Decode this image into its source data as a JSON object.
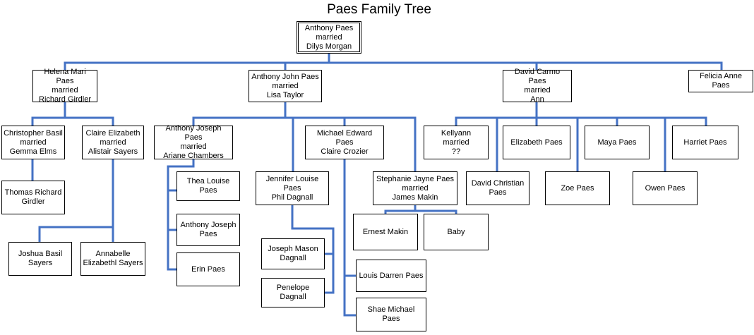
{
  "diagram": {
    "title": "Paes Family Tree",
    "line_color": "#4472C4",
    "nodes": [
      {
        "id": "anthony-dilys",
        "text": "Anthony Paes\nmarried\nDilys Morgan"
      },
      {
        "id": "helena",
        "text": "Helena Mari Paes\nmarried\nRichard Girdler"
      },
      {
        "id": "anthony-john",
        "text": "Anthony John Paes\nmarried\nLisa Taylor"
      },
      {
        "id": "david-carmo",
        "text": "David Carmo Paes\nmarried\nAnn"
      },
      {
        "id": "felicia",
        "text": "Felicia Anne Paes"
      },
      {
        "id": "christopher",
        "text": "Christopher Basil\nmarried\nGemma Elms"
      },
      {
        "id": "claire",
        "text": "Claire Elizabeth\nmarried\nAlistair Sayers"
      },
      {
        "id": "thomas",
        "text": "Thomas Richard\nGirdler"
      },
      {
        "id": "joshua",
        "text": "Joshua Basil\nSayers"
      },
      {
        "id": "annabelle",
        "text": "Annabelle\nElizabethl Sayers"
      },
      {
        "id": "anthony-joseph-sr",
        "text": "Anthony Joseph Paes\nmarried\nAriane Chambers"
      },
      {
        "id": "thea",
        "text": "Thea Louise Paes"
      },
      {
        "id": "anthony-joseph-jr",
        "text": "Anthony Joseph\nPaes"
      },
      {
        "id": "erin",
        "text": "Erin Paes"
      },
      {
        "id": "jennifer",
        "text": "Jennifer Louise Paes\nPhil Dagnall"
      },
      {
        "id": "joseph-mason",
        "text": "Joseph Mason\nDagnall"
      },
      {
        "id": "penelope",
        "text": "Penelope Dagnall"
      },
      {
        "id": "michael",
        "text": "Michael Edward Paes\nClaire Crozier"
      },
      {
        "id": "louis",
        "text": "Louis Darren Paes"
      },
      {
        "id": "shae",
        "text": "Shae Michael Paes"
      },
      {
        "id": "stephanie",
        "text": "Stephanie Jayne Paes\nmarried\nJames Makin"
      },
      {
        "id": "ernest",
        "text": "Ernest Makin"
      },
      {
        "id": "baby",
        "text": "Baby"
      },
      {
        "id": "kellyann",
        "text": "Kellyann\nmarried\n??"
      },
      {
        "id": "elizabeth",
        "text": "Elizabeth Paes"
      },
      {
        "id": "maya",
        "text": "Maya Paes"
      },
      {
        "id": "harriet",
        "text": "Harriet Paes"
      },
      {
        "id": "david-christian",
        "text": "David Christian\nPaes"
      },
      {
        "id": "zoe",
        "text": "Zoe Paes"
      },
      {
        "id": "owen",
        "text": "Owen Paes"
      }
    ]
  }
}
